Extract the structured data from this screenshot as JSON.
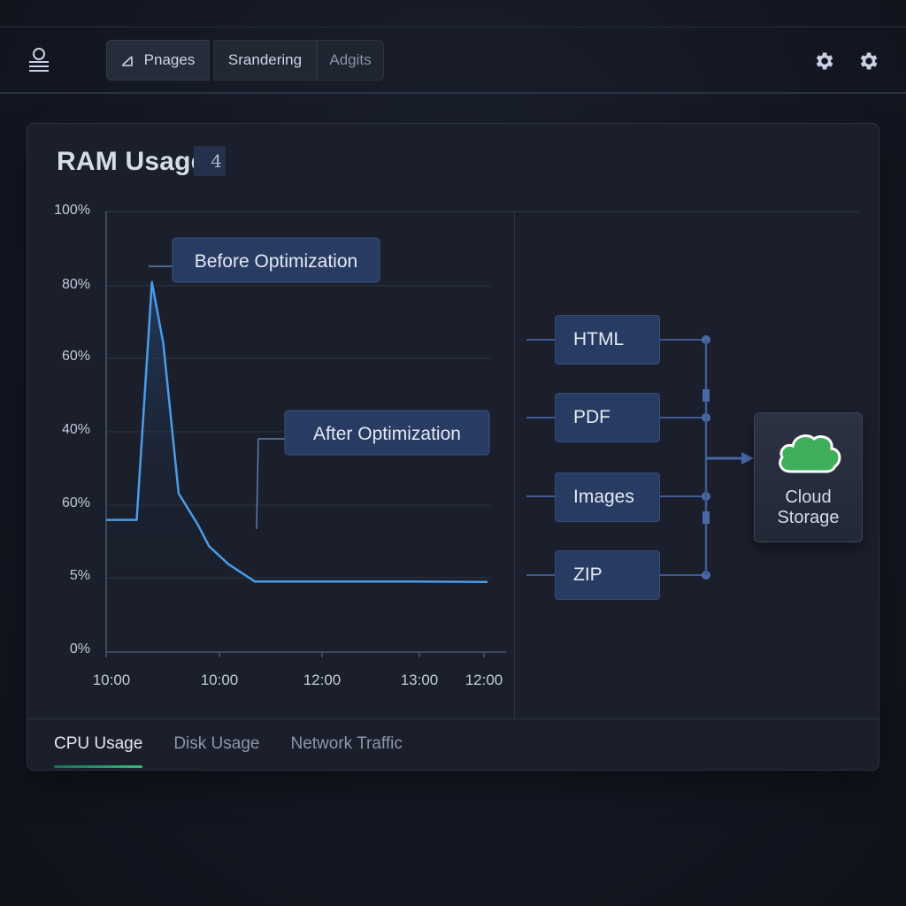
{
  "nav": {
    "tabs": [
      {
        "label": "Pnages",
        "icon": "chart-icon"
      },
      {
        "label": "Srandering"
      },
      {
        "label": "Adgits"
      }
    ],
    "icons": [
      "menu-logo-icon",
      "gear-icon",
      "gear-icon"
    ]
  },
  "panel": {
    "title": "RAM Usage",
    "title_badge": "4"
  },
  "chart_data": {
    "type": "line",
    "y_tick_labels": [
      "100%",
      "80%",
      "60%",
      "40%",
      "60%",
      "5%",
      "0%"
    ],
    "x_tick_labels": [
      "10:00",
      "10:00",
      "12:00",
      "13:00",
      "12:00"
    ],
    "series": [
      {
        "values": [
          30,
          30,
          30,
          84,
          70,
          36,
          29,
          24,
          20,
          16,
          16,
          16,
          16,
          15.9
        ]
      }
    ],
    "x": [
      0,
      0.07,
      0.08,
      0.12,
      0.15,
      0.19,
      0.24,
      0.27,
      0.32,
      0.39,
      0.45,
      0.6,
      0.8,
      1.0
    ],
    "annotations": [
      {
        "label": "Before Optimization"
      },
      {
        "label": "After Optimization"
      }
    ],
    "grid": true,
    "accent_color": "#4a9ce8"
  },
  "pipeline": {
    "formats": [
      "HTML",
      "PDF",
      "Images",
      "ZIP"
    ],
    "target": {
      "line1": "Cloud",
      "line2": "Storage",
      "icon": "cloud-icon",
      "icon_color": "#3fae5b"
    }
  },
  "bottom_tabs": [
    {
      "label": "CPU Usage",
      "active": true
    },
    {
      "label": "Disk Usage",
      "active": false
    },
    {
      "label": "Network Traffic",
      "active": false
    }
  ]
}
